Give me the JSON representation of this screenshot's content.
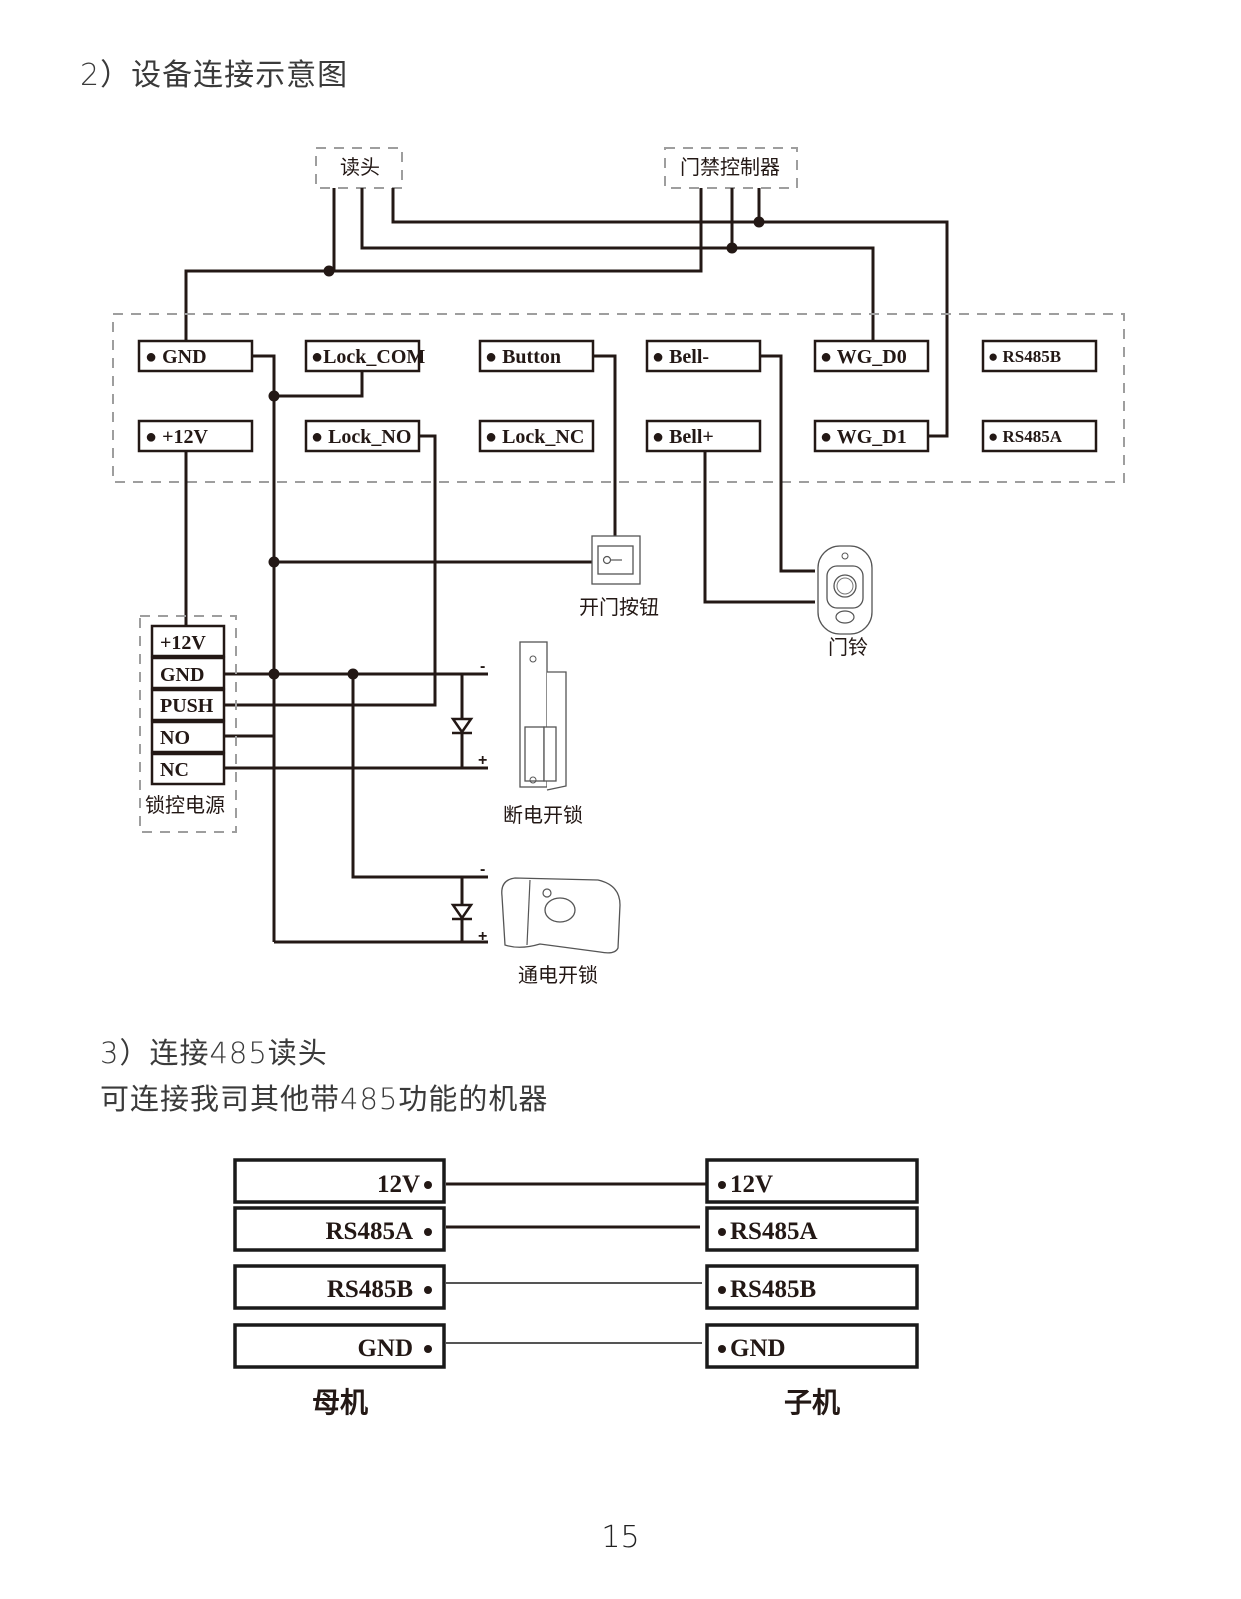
{
  "section2": {
    "title": "2）设备连接示意图",
    "reader_label": "读头",
    "controller_label": "门禁控制器",
    "terminals": {
      "gnd": "● GND",
      "lock_com": "●Lock_COM",
      "button": "● Button",
      "bell_minus": "● Bell-",
      "wg_d0": "● WG_D0",
      "rs485b": "● RS485B",
      "plus12v": "● +12V",
      "lock_no": "● Lock_NO",
      "lock_nc": "● Lock_NC",
      "bell_plus": "● Bell+",
      "wg_d1": "● WG_D1",
      "rs485a": "● RS485A"
    },
    "power_supply": {
      "label": "锁控电源",
      "terminals": [
        "+12V",
        "GND",
        "PUSH",
        "NO",
        "NC"
      ]
    },
    "exit_button_label": "开门按钮",
    "doorbell_label": "门铃",
    "fail_secure_lock_label": "断电开锁",
    "fail_safe_lock_label": "通电开锁",
    "polarity": {
      "minus": "-",
      "plus": "+"
    }
  },
  "section3": {
    "title": "3）连接485读头",
    "subtitle": "可连接我司其他带485功能的机器",
    "master": {
      "label": "母机",
      "terminals": [
        "12V",
        "RS485A",
        "RS485B",
        "GND"
      ]
    },
    "slave": {
      "label": "子机",
      "terminals": [
        "12V",
        "RS485A",
        "RS485B",
        "GND"
      ]
    }
  },
  "page_number": "15"
}
